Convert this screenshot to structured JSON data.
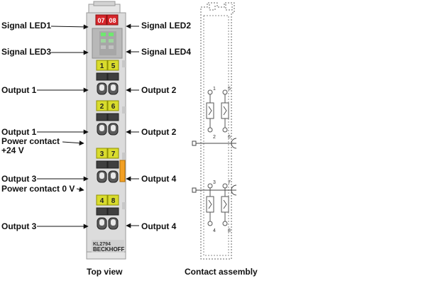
{
  "diagram": {
    "top_left_leds": [
      "07",
      "08"
    ],
    "terminal_numbers": [
      "1",
      "5",
      "2",
      "6",
      "3",
      "7",
      "4",
      "8"
    ],
    "pin_numbers": [
      "1",
      "5",
      "2",
      "6",
      "3",
      "7",
      "4",
      "8"
    ],
    "model": "KL2794",
    "brand": "BECKHOFF",
    "labels_left": {
      "signal_led1": "Signal LED1",
      "signal_led3": "Signal LED3",
      "output1_a": "Output 1",
      "output1_b": "Output 1",
      "power_contact_24v_line1": "Power contact",
      "power_contact_24v_line2": "+24 V",
      "output3_a": "Output 3",
      "power_contact_0v": "Power contact 0 V",
      "output3_b": "Output 3"
    },
    "labels_right": {
      "signal_led2": "Signal LED2",
      "signal_led4": "Signal LED4",
      "output2_a": "Output 2",
      "output2_b": "Output 2",
      "output4_a": "Output 4",
      "output4_b": "Output 4"
    },
    "captions": {
      "top_view": "Top view",
      "contact_assembly": "Contact assembly"
    },
    "colors": {
      "led_red": "#d7262b",
      "terminal_yellow": "#d9dc2d",
      "power_orange": "#f3a024",
      "housing": "#dcdcdc",
      "housing_dark": "#bdbdbd",
      "led_green": "#6ee96e"
    }
  }
}
